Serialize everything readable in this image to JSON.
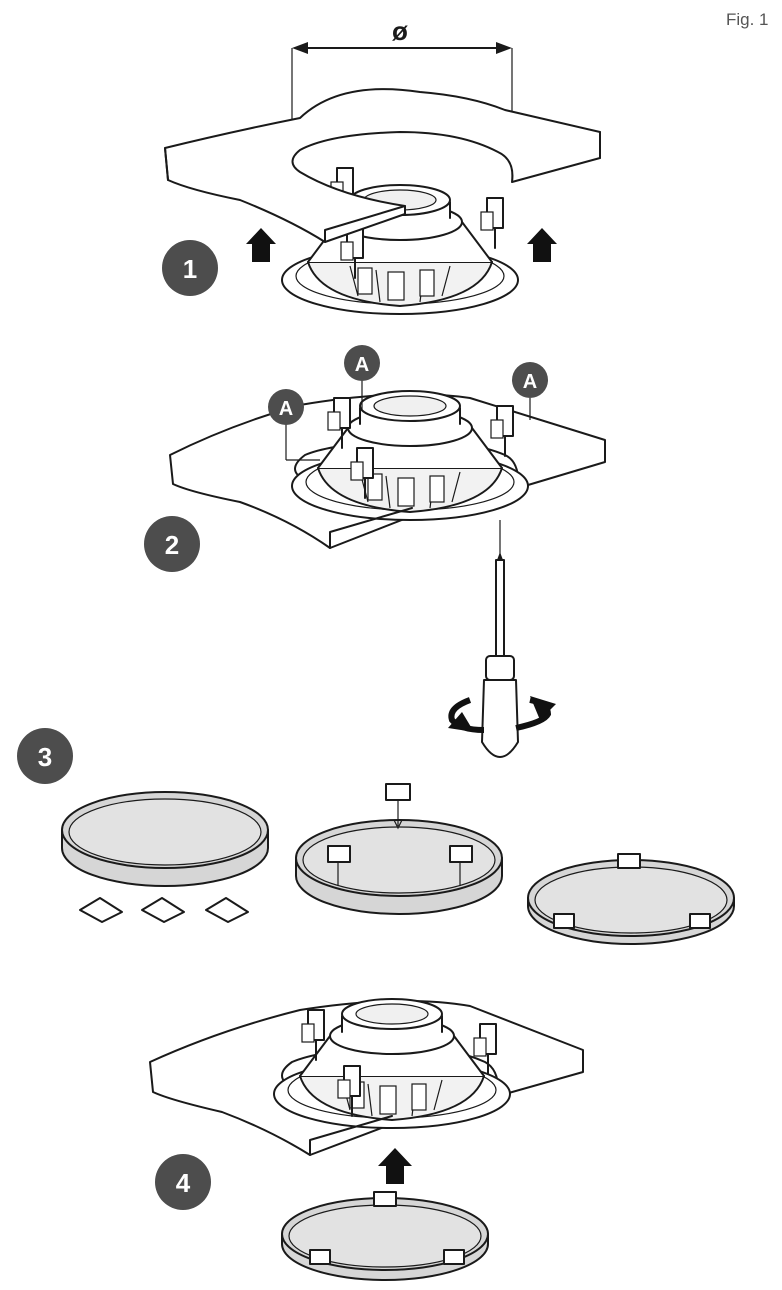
{
  "figure_label": "Fig. 1",
  "diameter_symbol": "ø",
  "steps": [
    {
      "number": "1"
    },
    {
      "number": "2"
    },
    {
      "number": "3"
    },
    {
      "number": "4"
    }
  ],
  "callout_letter": "A",
  "colors": {
    "badge": "#4d4d4d",
    "cover_fill": "#d6d6d6",
    "outline": "#1a1a1a",
    "panel_fill": "#ffffff"
  }
}
